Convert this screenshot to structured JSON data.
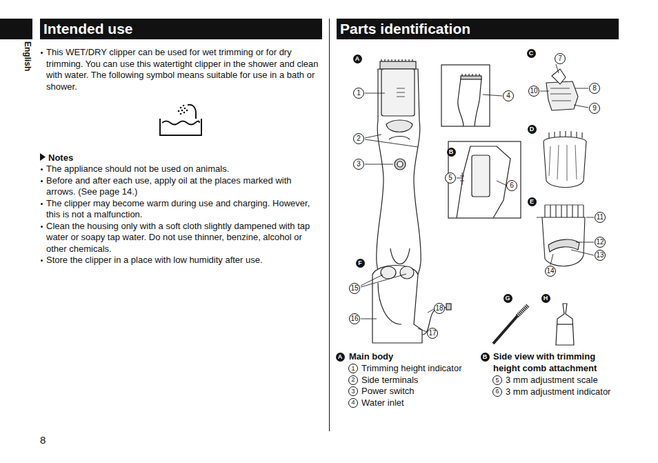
{
  "diagram": {
    "nodes": [
      {
        "text": [
          "Intended use"
        ]
      },
      {
        "text": [
          "Parts identification"
        ]
      }
    ],
    "labels": [
      "English",
      "This WET/DRY clipper can be used for wet trimming or for dry trimming. You can use this watertight clipper in the shower and clean with water. The following symbol means suitable for use in a bath or shower.",
      "Notes",
      "The appliance should not be used on animals.",
      "Before and after each use, apply oil at the places marked with arrows. (See page 14.)",
      "The clipper may become warm during use and charging. However, this is not a malfunction.",
      "Clean the housing only with a soft cloth slightly dampened with tap water or soapy tap water. Do not use thinner, benzine, alcohol or other chemicals.",
      "Store the clipper in a place with low humidity after use.",
      "8",
      "A",
      "B",
      "C",
      "D",
      "E",
      "F",
      "G",
      "H",
      "1",
      "2",
      "3",
      "4",
      "5",
      "6",
      "7",
      "8",
      "9",
      "10",
      "11",
      "12",
      "13",
      "14",
      "15",
      "16",
      "17",
      "18",
      "A",
      "Main body",
      "1",
      "Trimming height indicator",
      "2",
      "Side terminals",
      "3",
      "Power switch",
      "4",
      "Water inlet",
      "B",
      "Side view with trimming height comb attachment",
      "5",
      "3 mm adjustment scale",
      "6",
      "3 mm adjustment indicator"
    ]
  }
}
